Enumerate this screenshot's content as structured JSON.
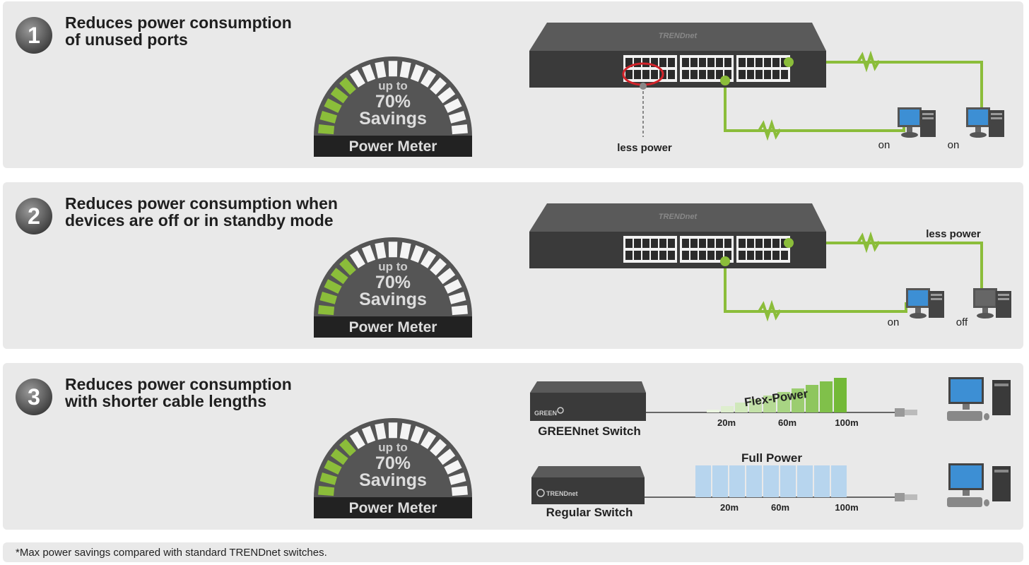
{
  "colors": {
    "panel_bg": "#e9e9e9",
    "accent_green": "#8bbd3a",
    "cable_blue": "#b7d5ee",
    "switch_dark": "#3a3a3a"
  },
  "sections": [
    {
      "number": "1",
      "heading_line1": "Reduces power consumption",
      "heading_line2": "of unused ports",
      "meter": {
        "line1": "up to",
        "line2": "70%",
        "line3": "Savings",
        "footer": "Power Meter"
      },
      "brand": "TRENDnet",
      "label_less_power": "less power",
      "pc_labels": [
        "on",
        "on"
      ]
    },
    {
      "number": "2",
      "heading_line1": "Reduces power consumption when",
      "heading_line2": "devices are off or in standby mode",
      "meter": {
        "line1": "up to",
        "line2": "70%",
        "line3": "Savings",
        "footer": "Power Meter"
      },
      "brand": "TRENDnet",
      "label_less_power": "less power",
      "pc_labels": [
        "on",
        "off"
      ]
    },
    {
      "number": "3",
      "heading_line1": "Reduces power consumption",
      "heading_line2": "with shorter cable lengths",
      "meter": {
        "line1": "up to",
        "line2": "70%",
        "line3": "Savings",
        "footer": "Power Meter"
      },
      "green_switch": {
        "name": "GREENnet Switch",
        "logo": "GREEN",
        "power_label": "Flex-Power",
        "ticks": [
          "20m",
          "60m",
          "100m"
        ]
      },
      "regular_switch": {
        "name": "Regular Switch",
        "logo": "TRENDnet",
        "power_label": "Full Power",
        "ticks": [
          "20m",
          "60m",
          "100m"
        ]
      }
    }
  ],
  "footnote": "*Max power savings compared with standard TRENDnet switches."
}
